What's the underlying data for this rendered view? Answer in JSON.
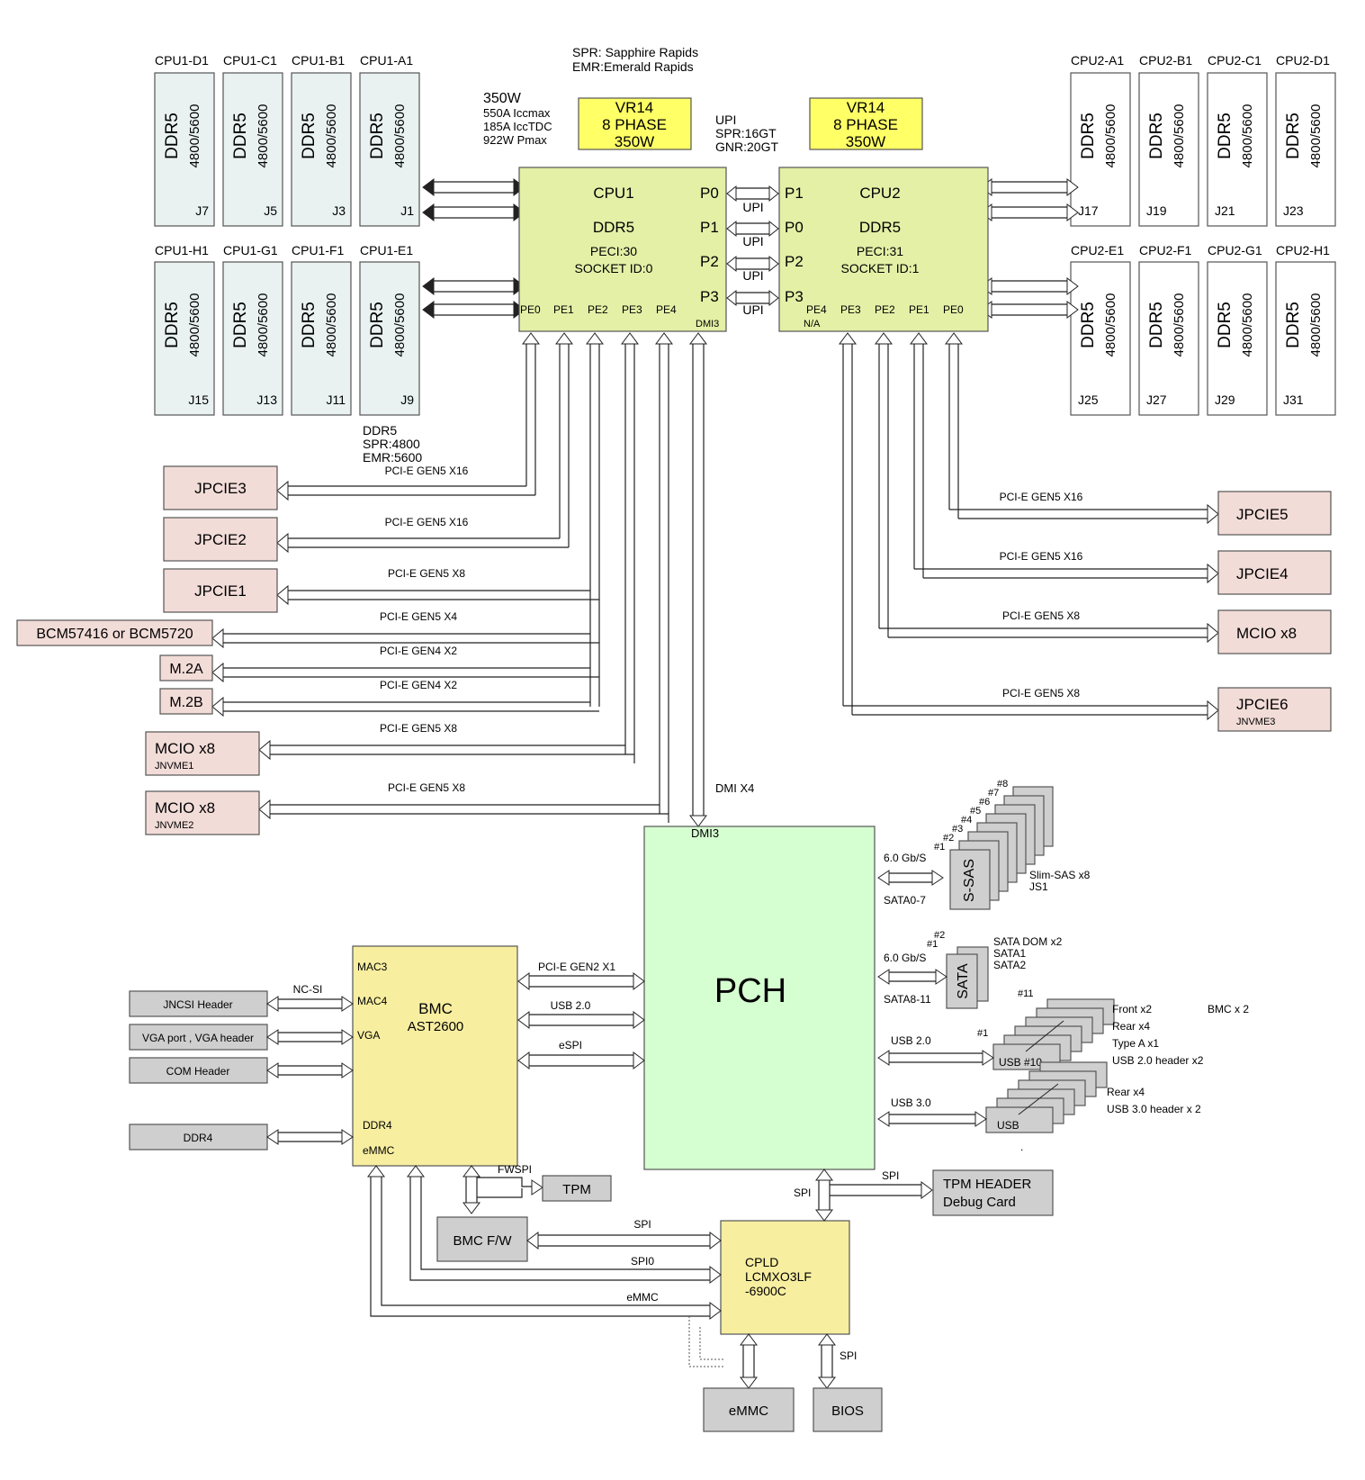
{
  "legend": {
    "spr": "SPR: Sapphire Rapids",
    "emr": "EMR:Emerald Rapids"
  },
  "power": {
    "w": "350W",
    "iccmax": "550A Iccmax",
    "icctdc": "185A IccTDC",
    "pmax": "922W Pmax"
  },
  "vr": {
    "l1": "VR14",
    "l2": "8 PHASE",
    "l3": "350W"
  },
  "upi_info": {
    "l1": "UPI",
    "l2": "SPR:16GT",
    "l3": "GNR:20GT"
  },
  "upi_label": "UPI",
  "dimm_type": "DDR5",
  "dimm_speed": "4800/5600",
  "cpu1_dimms_top": [
    {
      "name": "CPU1-D1",
      "j": "J7"
    },
    {
      "name": "CPU1-C1",
      "j": "J5"
    },
    {
      "name": "CPU1-B1",
      "j": "J3"
    },
    {
      "name": "CPU1-A1",
      "j": "J1"
    }
  ],
  "cpu1_dimms_bottom": [
    {
      "name": "CPU1-H1",
      "j": "J15"
    },
    {
      "name": "CPU1-G1",
      "j": "J13"
    },
    {
      "name": "CPU1-F1",
      "j": "J11"
    },
    {
      "name": "CPU1-E1",
      "j": "J9"
    }
  ],
  "cpu2_dimms_top": [
    {
      "name": "CPU2-A1",
      "j": "J17"
    },
    {
      "name": "CPU2-B1",
      "j": "J19"
    },
    {
      "name": "CPU2-C1",
      "j": "J21"
    },
    {
      "name": "CPU2-D1",
      "j": "J23"
    }
  ],
  "cpu2_dimms_bottom": [
    {
      "name": "CPU2-E1",
      "j": "J25"
    },
    {
      "name": "CPU2-F1",
      "j": "J27"
    },
    {
      "name": "CPU2-G1",
      "j": "J29"
    },
    {
      "name": "CPU2-H1",
      "j": "J31"
    }
  ],
  "ddr_note": {
    "l1": "DDR5",
    "l2": "SPR:4800",
    "l3": "EMR:5600"
  },
  "cpu1": {
    "title": "CPU1",
    "mem": "DDR5",
    "peci": "PECI:30",
    "socket": "SOCKET ID:0",
    "ports": [
      "P0",
      "P1",
      "P2",
      "P3"
    ],
    "pe": [
      "PE0",
      "PE1",
      "PE2",
      "PE3",
      "PE4"
    ],
    "dmi": "DMI3"
  },
  "cpu2": {
    "title": "CPU2",
    "mem": "DDR5",
    "peci": "PECI:31",
    "socket": "SOCKET ID:1",
    "ports": [
      "P1",
      "P0",
      "P2",
      "P3"
    ],
    "pe": [
      "PE4",
      "PE3",
      "PE2",
      "PE1",
      "PE0"
    ],
    "na": "N/A"
  },
  "left_slots": [
    {
      "name": "JPCIE3",
      "bus": "PCI-E GEN5 X16"
    },
    {
      "name": "JPCIE2",
      "bus": "PCI-E GEN5 X16"
    },
    {
      "name": "JPCIE1",
      "bus": "PCI-E GEN5 X8"
    },
    {
      "name": "BCM57416 or BCM5720",
      "bus": "PCI-E GEN5 X4"
    },
    {
      "name": "M.2A",
      "bus": "PCI-E GEN4 X2"
    },
    {
      "name": "M.2B",
      "bus": "PCI-E GEN4 X2"
    },
    {
      "name": "MCIO x8",
      "sub": "JNVME1",
      "bus": "PCI-E GEN5 X8"
    },
    {
      "name": "MCIO x8",
      "sub": "JNVME2",
      "bus": "PCI-E GEN5 X8"
    }
  ],
  "right_slots": [
    {
      "name": "JPCIE5",
      "bus": "PCI-E GEN5 X16"
    },
    {
      "name": "JPCIE4",
      "bus": "PCI-E GEN5 X16"
    },
    {
      "name": "MCIO x8",
      "bus": "PCI-E GEN5 X8"
    },
    {
      "name": "JPCIE6",
      "sub": "JNVME3",
      "bus": "PCI-E GEN5 X8"
    }
  ],
  "dmi_link": "DMI X4",
  "pch": {
    "title": "PCH",
    "dmi": "DMI3"
  },
  "sas": {
    "label": "S-SAS",
    "rate": "6.0 Gb/S",
    "port": "SATA0-7",
    "desc1": "Slim-SAS x8",
    "desc2": "JS1",
    "nums": [
      "#1",
      "#2",
      "#3",
      "#4",
      "#5",
      "#6",
      "#7",
      "#8"
    ]
  },
  "sata": {
    "label": "SATA",
    "rate": "6.0 Gb/S",
    "port": "SATA8-11",
    "desc1": "SATA DOM x2",
    "desc2": "SATA1",
    "desc3": "SATA2",
    "nums": [
      "#1",
      "#2"
    ]
  },
  "usb2": {
    "bus": "USB 2.0",
    "box": "USB #10",
    "first": "#1",
    "last": "#11",
    "notes": [
      "Front x2",
      "Rear x4",
      "Type A x1",
      "USB 2.0 header x2"
    ],
    "bmc_note": "BMC x 2"
  },
  "usb3": {
    "bus": "USB 3.0",
    "box": "USB",
    "notes": [
      "Rear x4",
      "USB 3.0 header x 2"
    ]
  },
  "bmc": {
    "title": "BMC",
    "chip": "AST2600",
    "ports": [
      "MAC3",
      "MAC4",
      "VGA",
      "DDR4",
      "eMMC"
    ]
  },
  "bmc_links": {
    "pcie": "PCI-E GEN2 X1",
    "usb": "USB 2.0",
    "espi": "eSPI"
  },
  "left_periph": [
    {
      "name": "JNCSI Header",
      "bus": "NC-SI"
    },
    {
      "name": "VGA port , VGA header"
    },
    {
      "name": "COM Header"
    },
    {
      "name": "DDR4"
    }
  ],
  "tpm": {
    "name": "TPM",
    "bus": "FWSPI"
  },
  "bmc_fw": "BMC F/W",
  "cpld": {
    "l1": "CPLD",
    "l2": "LCMXO3LF",
    "l3": "-6900C"
  },
  "cpld_links": {
    "spi": "SPI",
    "spi0": "SPI0",
    "emmc": "eMMC"
  },
  "pch_spi": "SPI",
  "tpm_header": {
    "l1": "TPM HEADER",
    "l2": "Debug Card",
    "bus": "SPI"
  },
  "emmc": "eMMC",
  "bios": {
    "name": "BIOS",
    "bus": "SPI"
  },
  "usb3_dot": "."
}
